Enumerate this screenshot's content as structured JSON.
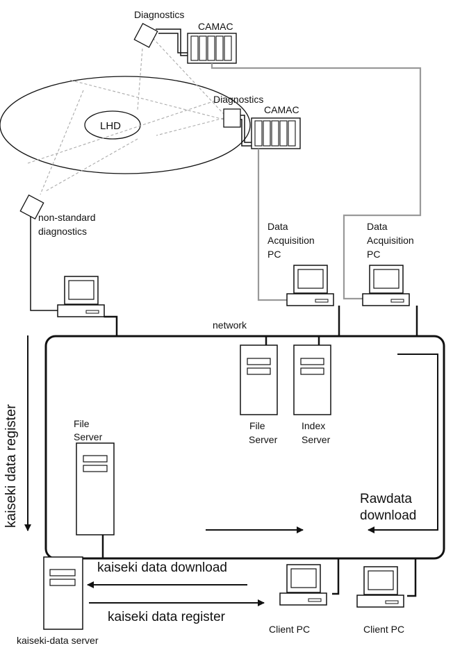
{
  "labels": {
    "diagnostics_top": "Diagnostics",
    "camac_top": "CAMAC",
    "diagnostics_mid": "Diagnostics",
    "camac_mid": "CAMAC",
    "lhd": "LHD",
    "non_standard_1": "non-standard",
    "non_standard_2": "diagnostics",
    "daq_left_1": "Data",
    "daq_left_2": "Acquisition",
    "daq_left_3": "PC",
    "daq_right_1": "Data",
    "daq_right_2": "Acquisition",
    "daq_right_3": "PC",
    "network": "network",
    "file_server_center_1": "File",
    "file_server_center_2": "Server",
    "index_server_1": "Index",
    "index_server_2": "Server",
    "file_server_left_1": "File",
    "file_server_left_2": "Server",
    "rawdata_1": "Rawdata",
    "rawdata_2": "download",
    "kaiseki_register_vertical": "kaiseki data register",
    "kaiseki_download": "kaiseki data download",
    "kaiseki_register": "kaiseki data register",
    "kaiseki_server": "kaiseki-data server",
    "client_pc_1": "Client PC",
    "client_pc_2": "Client PC"
  },
  "colors": {
    "line": "#111111",
    "gray_link": "#999999",
    "dashed": "#aaaaaa"
  }
}
